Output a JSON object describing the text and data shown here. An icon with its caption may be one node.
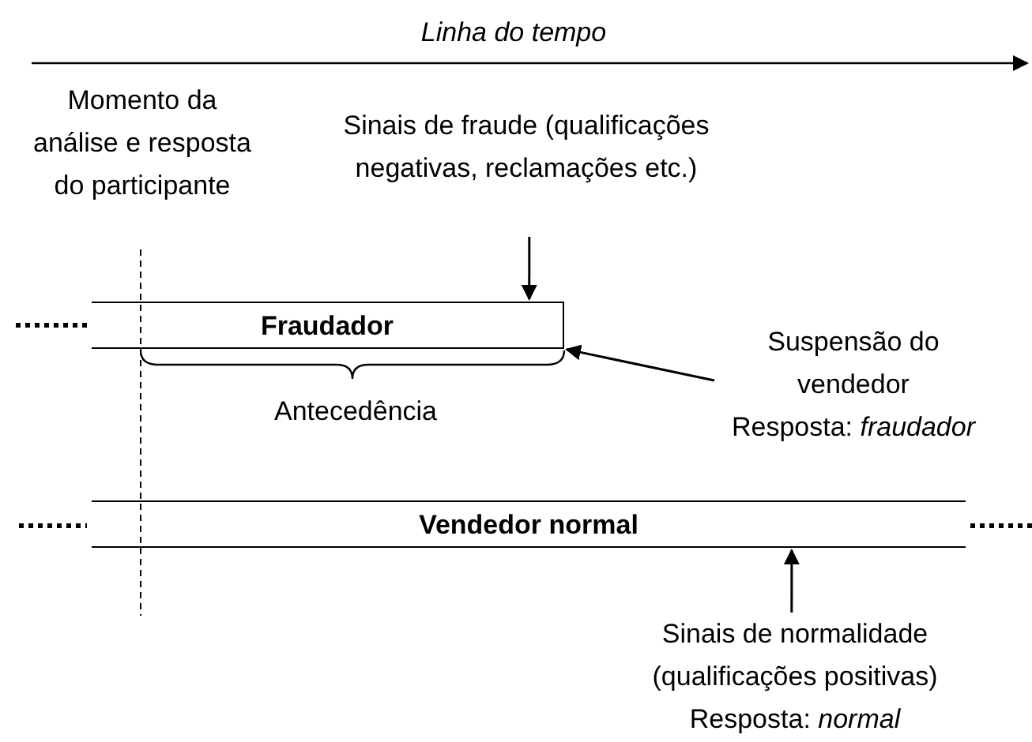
{
  "diagram": {
    "nodes": [
      {
        "text": [
          "Fraudador"
        ]
      },
      {
        "text": [
          "Vendedor normal"
        ]
      },
      {
        "text": [
          "Sinais de fraude (qualificações negativas, reclamações etc.)"
        ]
      },
      {
        "text": [
          "Suspensão do vendedor",
          "Resposta: *fraudador*"
        ]
      },
      {
        "text": [
          "Sinais de normalidade (qualificações positivas)",
          "Resposta: *normal*"
        ]
      }
    ],
    "edges": [
      {
        "from": 2,
        "to": 0,
        "arrow": "to"
      },
      {
        "from": 3,
        "to": 0,
        "arrow": "to"
      },
      {
        "from": 4,
        "to": 1,
        "arrow": "to"
      }
    ],
    "labels": [
      "Linha do tempo",
      "Momento da análise e resposta do participante",
      "Antecedência"
    ]
  }
}
